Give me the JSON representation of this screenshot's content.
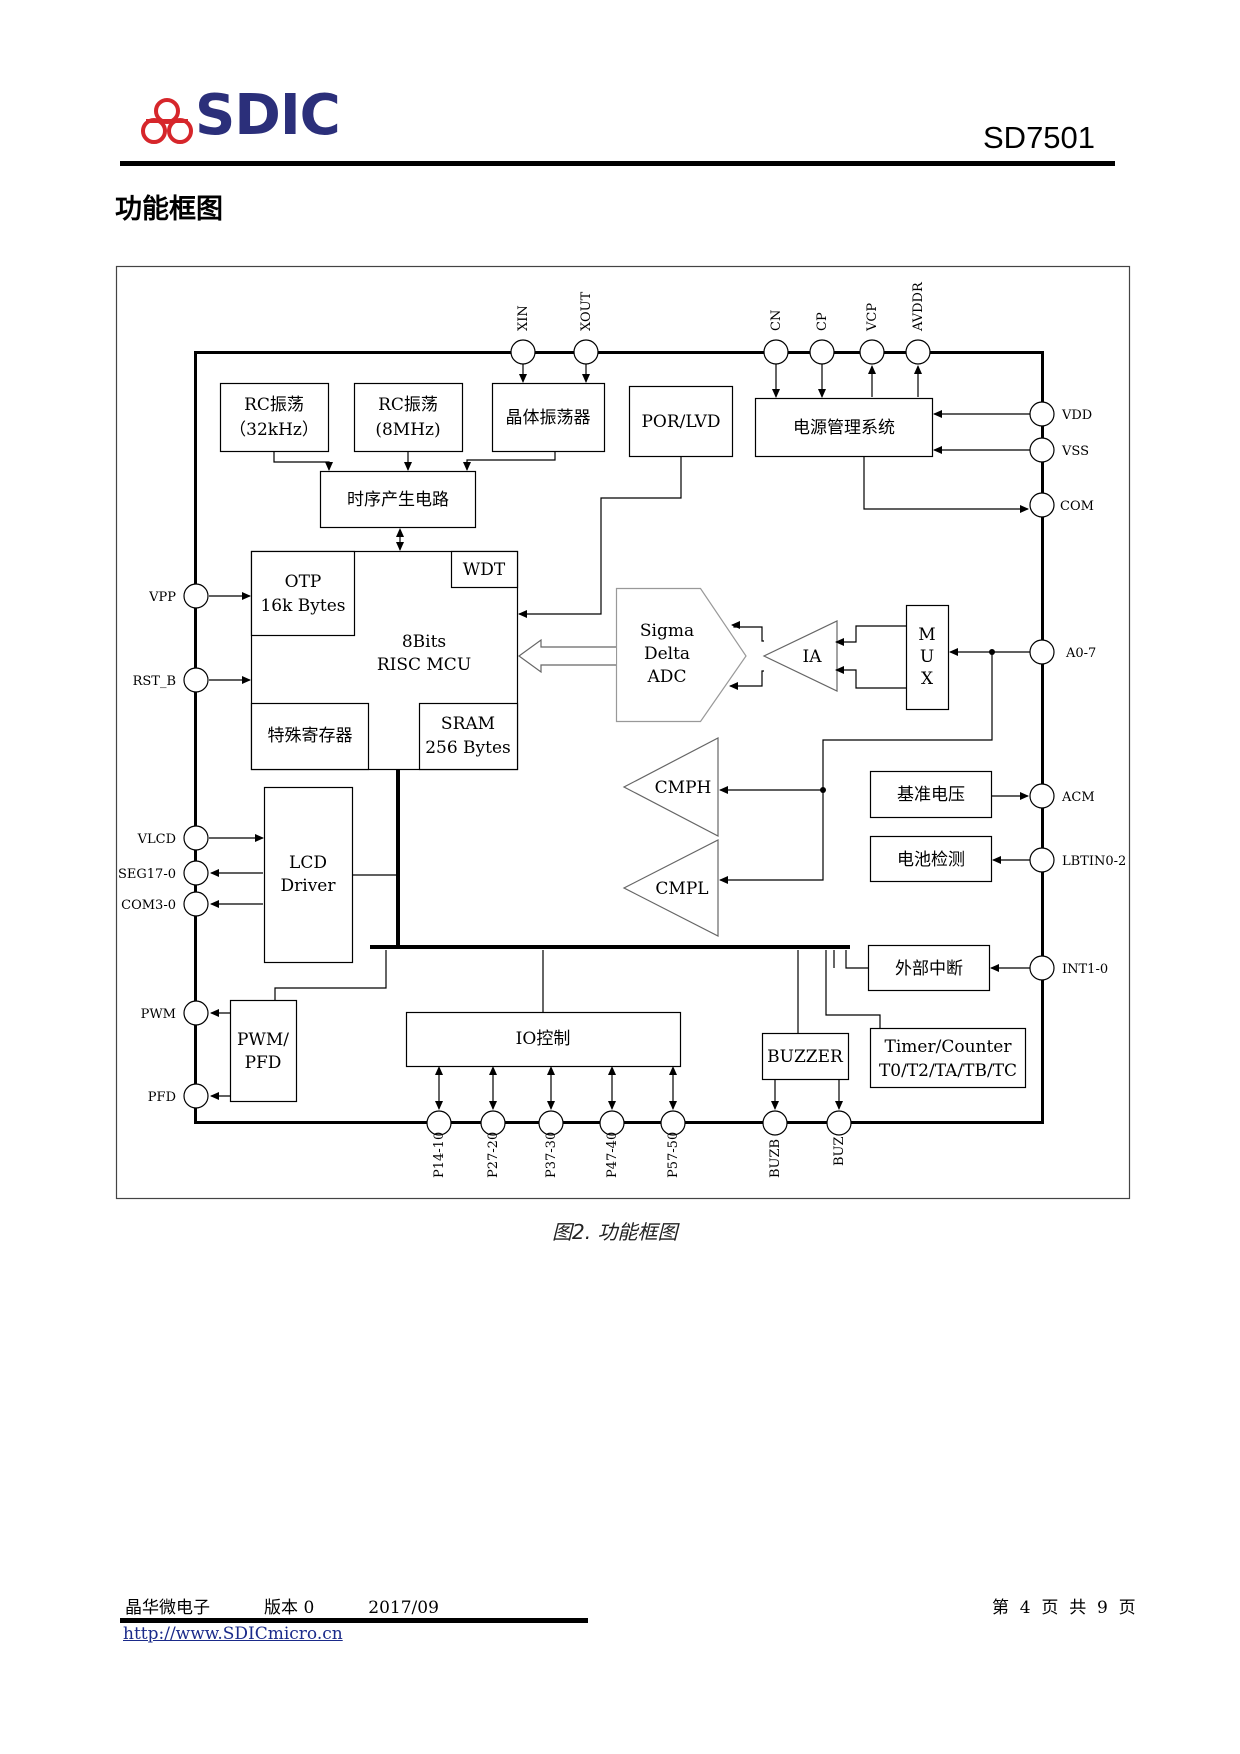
{
  "header": {
    "logo_text": "SDIC",
    "doc_id": "SD7501",
    "colors": {
      "logo_red": "#d6262b",
      "logo_blue": "#2b2f7a"
    }
  },
  "section_title": "功能框图",
  "diagram": {
    "top_pins": [
      "XIN",
      "XOUT",
      "CN",
      "CP",
      "VCP",
      "AVDDR"
    ],
    "right_pins": [
      "VDD",
      "VSS",
      "COM",
      "A0-7",
      "ACM",
      "LBTIN0-2",
      "INT1-0"
    ],
    "left_pins": [
      "VPP",
      "RST_B",
      "VLCD",
      "SEG17-0",
      "COM3-0",
      "PWM",
      "PFD"
    ],
    "bottom_pins": [
      "P14-10",
      "P27-20",
      "P37-30",
      "P47-40",
      "P57-50",
      "BUZB",
      "BUZ"
    ],
    "blocks": {
      "rc32_l1": "RC振荡",
      "rc32_l2": "（32kHz）",
      "rc8_l1": "RC振荡",
      "rc8_l2": "(8MHz)",
      "xtal": "晶体振荡器",
      "porlvd": "POR/LVD",
      "power": "电源管理系统",
      "timing": "时序产生电路",
      "otp_l1": "OTP",
      "otp_l2": "16k Bytes",
      "wdt": "WDT",
      "mcu_l1": "8Bits",
      "mcu_l2": "RISC  MCU",
      "sfr": "特殊寄存器",
      "sram_l1": "SRAM",
      "sram_l2": "256 Bytes",
      "adc_l1": "Sigma",
      "adc_l2": "Delta",
      "adc_l3": "ADC",
      "ia": "IA",
      "mux_l1": "M",
      "mux_l2": "U",
      "mux_l3": "X",
      "cmph": "CMPH",
      "cmpl": "CMPL",
      "vref": "基准电压",
      "batt": "电池检测",
      "lcd_l1": "LCD",
      "lcd_l2": "Driver",
      "extint": "外部中断",
      "pwm_l1": "PWM/",
      "pwm_l2": "PFD",
      "io": "IO控制",
      "buzzer": "BUZZER",
      "timer_l1": "Timer/Counter",
      "timer_l2": "T0/T2/TA/TB/TC"
    }
  },
  "caption": "图2.  功能框图",
  "footer": {
    "left": "晶华微电子          版本 0          2017/09",
    "right": "第  4  页  共  9  页",
    "url": "http://www.SDICmicro.cn"
  }
}
